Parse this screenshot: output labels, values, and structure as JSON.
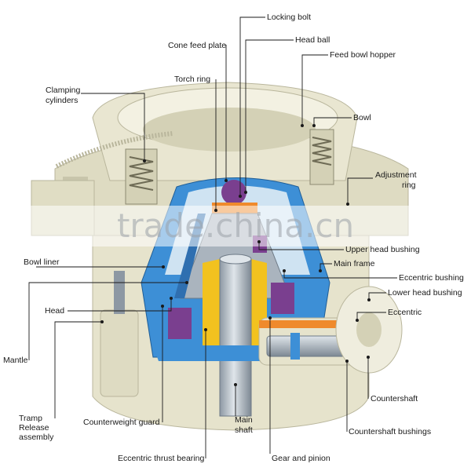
{
  "labels": {
    "locking_bolt": "Locking bolt",
    "head_ball": "Head ball",
    "cone_feed_plate": "Cone feed plate",
    "feed_bowl_hopper": "Feed bowl hopper",
    "torch_ring": "Torch ring",
    "clamping_cylinders": "Clamping cylinders",
    "bowl": "Bowl",
    "adjustment_ring": "Adjustment ring",
    "upper_head_bushing": "Upper head bushing",
    "main_frame": "Main frame",
    "bowl_liner": "Bowl liner",
    "eccentric_bushing": "Eccentric bushing",
    "lower_head_bushing": "Lower head bushing",
    "head": "Head",
    "eccentric": "Eccentric",
    "mantle": "Mantle",
    "countershaft": "Countershaft",
    "tramp_release_assembly": "Tramp Release assembly",
    "counterweight_guard": "Counterweight guard",
    "main_shaft": "Main shaft",
    "countershaft_bushings": "Countershaft bushings",
    "eccentric_thrust_bearing": "Eccentric thrust bearing",
    "gear_and_pinion": "Gear and pinion"
  },
  "watermark": "trade.china.cn",
  "colors": {
    "frame": "#e6e3cc",
    "frame_dark": "#b9b69c",
    "liner_blue": "#3d8fd6",
    "purple": "#7a3f8f",
    "yellow": "#f2c21f",
    "orange": "#ef8a2c",
    "steel": "#b8c2cc",
    "steel_dark": "#6e7a86"
  }
}
